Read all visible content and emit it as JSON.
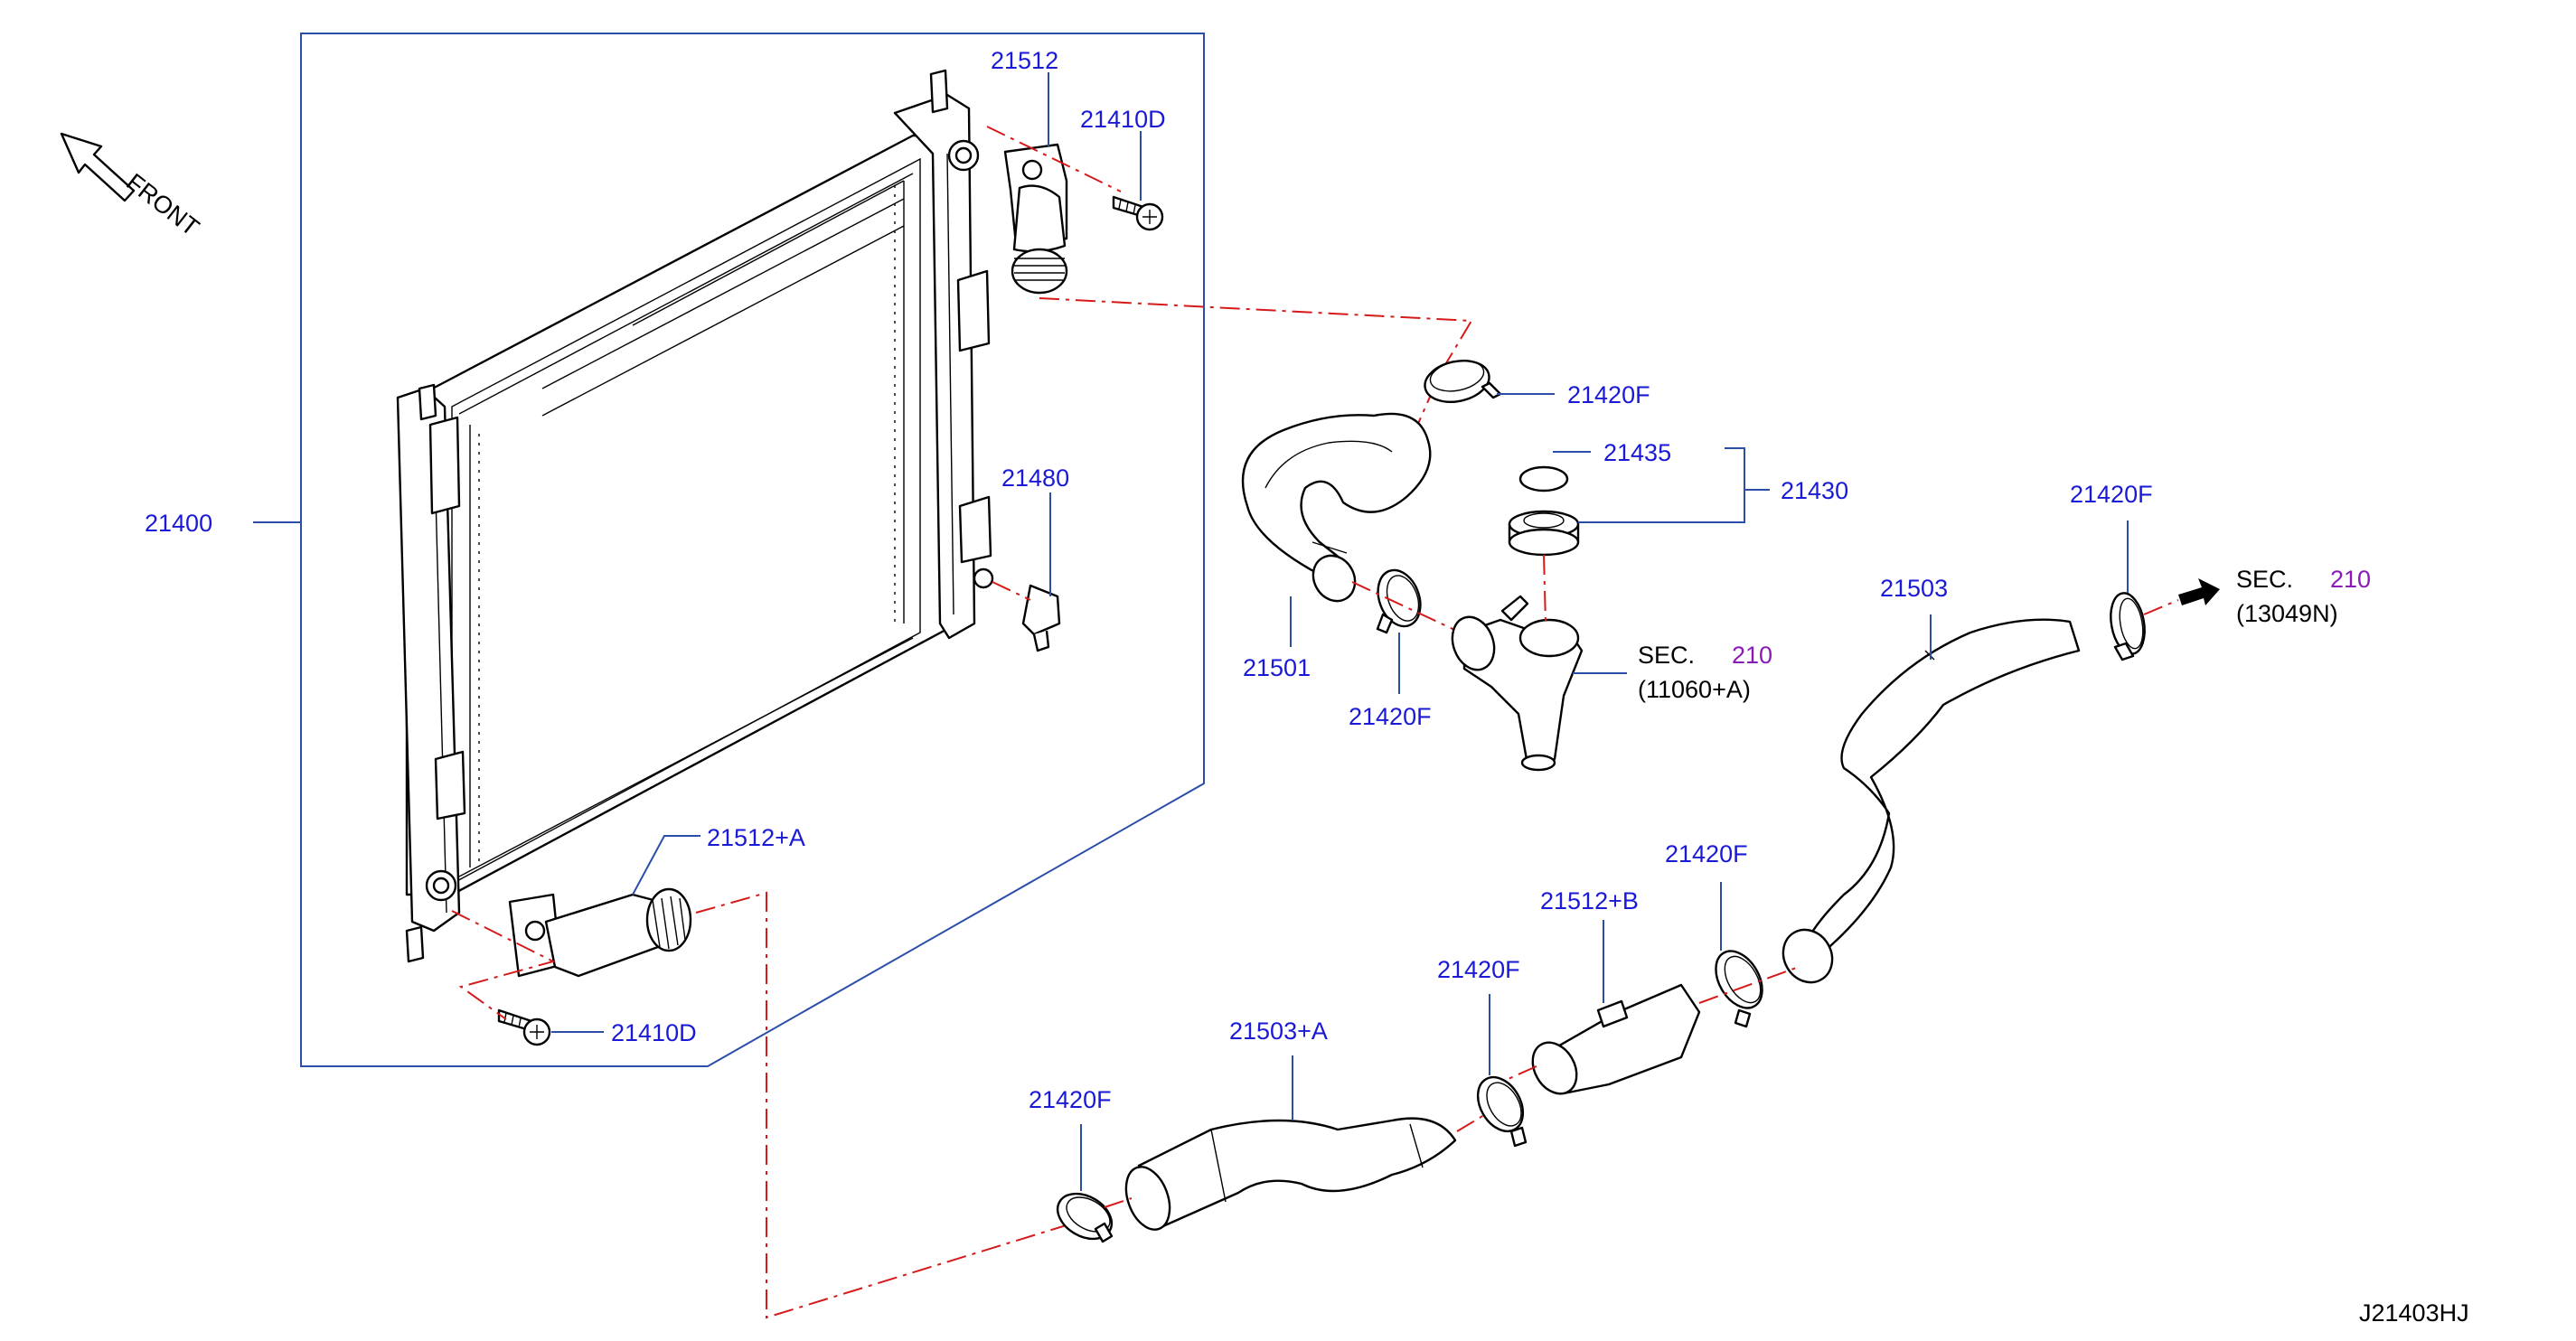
{
  "front_label": "FRONT",
  "diagram_code": "J21403HJ",
  "parts": {
    "radiator": "21400",
    "upper_outlet": "21512",
    "bolt_upper": "21410D",
    "drain_cock": "21480",
    "lower_outlet": "21512+A",
    "bolt_lower": "21410D",
    "clamp_upper_1": "21420F",
    "cap_seal": "21435",
    "cap": "21430",
    "upper_hose": "21501",
    "clamp_upper_2": "21420F",
    "lower_hose": "21503",
    "clamp_lower_end": "21420F",
    "connector": "21512+B",
    "clamp_connector_upper": "21420F",
    "clamp_connector_lower": "21420F",
    "lower_hose_a": "21503+A",
    "clamp_lower_a": "21420F"
  },
  "references": {
    "water_outlet": {
      "prefix": "SEC.",
      "section": "210",
      "code": "(11060+A)"
    },
    "heater": {
      "prefix": "SEC.",
      "section": "210",
      "code": "(13049N)"
    }
  }
}
